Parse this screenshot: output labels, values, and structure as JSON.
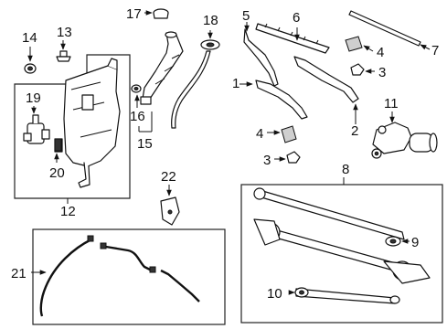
{
  "callouts": {
    "c1": "1",
    "c2": "2",
    "c3a": "3",
    "c3b": "3",
    "c4a": "4",
    "c4b": "4",
    "c5": "5",
    "c6": "6",
    "c7": "7",
    "c8": "8",
    "c9": "9",
    "c10": "10",
    "c11": "11",
    "c12": "12",
    "c13": "13",
    "c14": "14",
    "c15": "15",
    "c16": "16",
    "c17": "17",
    "c18": "18",
    "c19": "19",
    "c20": "20",
    "c21": "21",
    "c22": "22"
  }
}
